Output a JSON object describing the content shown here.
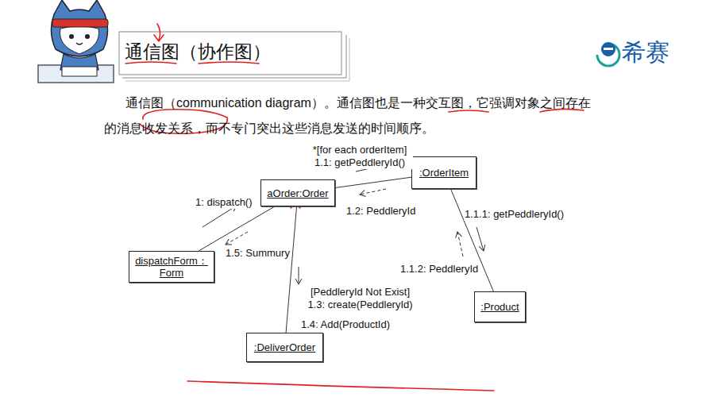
{
  "diagram": {
    "title": "通信图（协作图）",
    "nodes": [
      {
        "text": [
          ":OrderItem"
        ]
      },
      {
        "text": [
          "aOrder:Order"
        ]
      },
      {
        "text": [
          "dispatchForm： Form"
        ]
      },
      {
        "text": [
          ":Product"
        ]
      },
      {
        "text": [
          ":DeliverOrder"
        ]
      }
    ],
    "edges": [
      {
        "from": 2,
        "to": 1,
        "arrow": "none",
        "label": "1: dispatch()"
      },
      {
        "from": 1,
        "to": 0,
        "arrow": "none",
        "label": "*[for each orderItem] 1.1: getPeddleryId()"
      },
      {
        "from": 0,
        "to": 3,
        "arrow": "none",
        "label": "1.1.1: getPeddleryId()"
      },
      {
        "from": 1,
        "to": 4,
        "arrow": "none",
        "label": "[PeddleryId Not Exist] 1.3: create(PeddleryId)"
      }
    ],
    "labels": [
      "通信图（communication diagram）。通信图也是一种交互图，它强调对象之间存在的消息收发关系，而不专门突出这些消息发送的时间顺序。",
      "希赛",
      "1.5: Summury",
      "1.2: PeddleryId",
      "1.1.2: PeddleryId",
      "1.4: Add(ProductId)"
    ]
  }
}
